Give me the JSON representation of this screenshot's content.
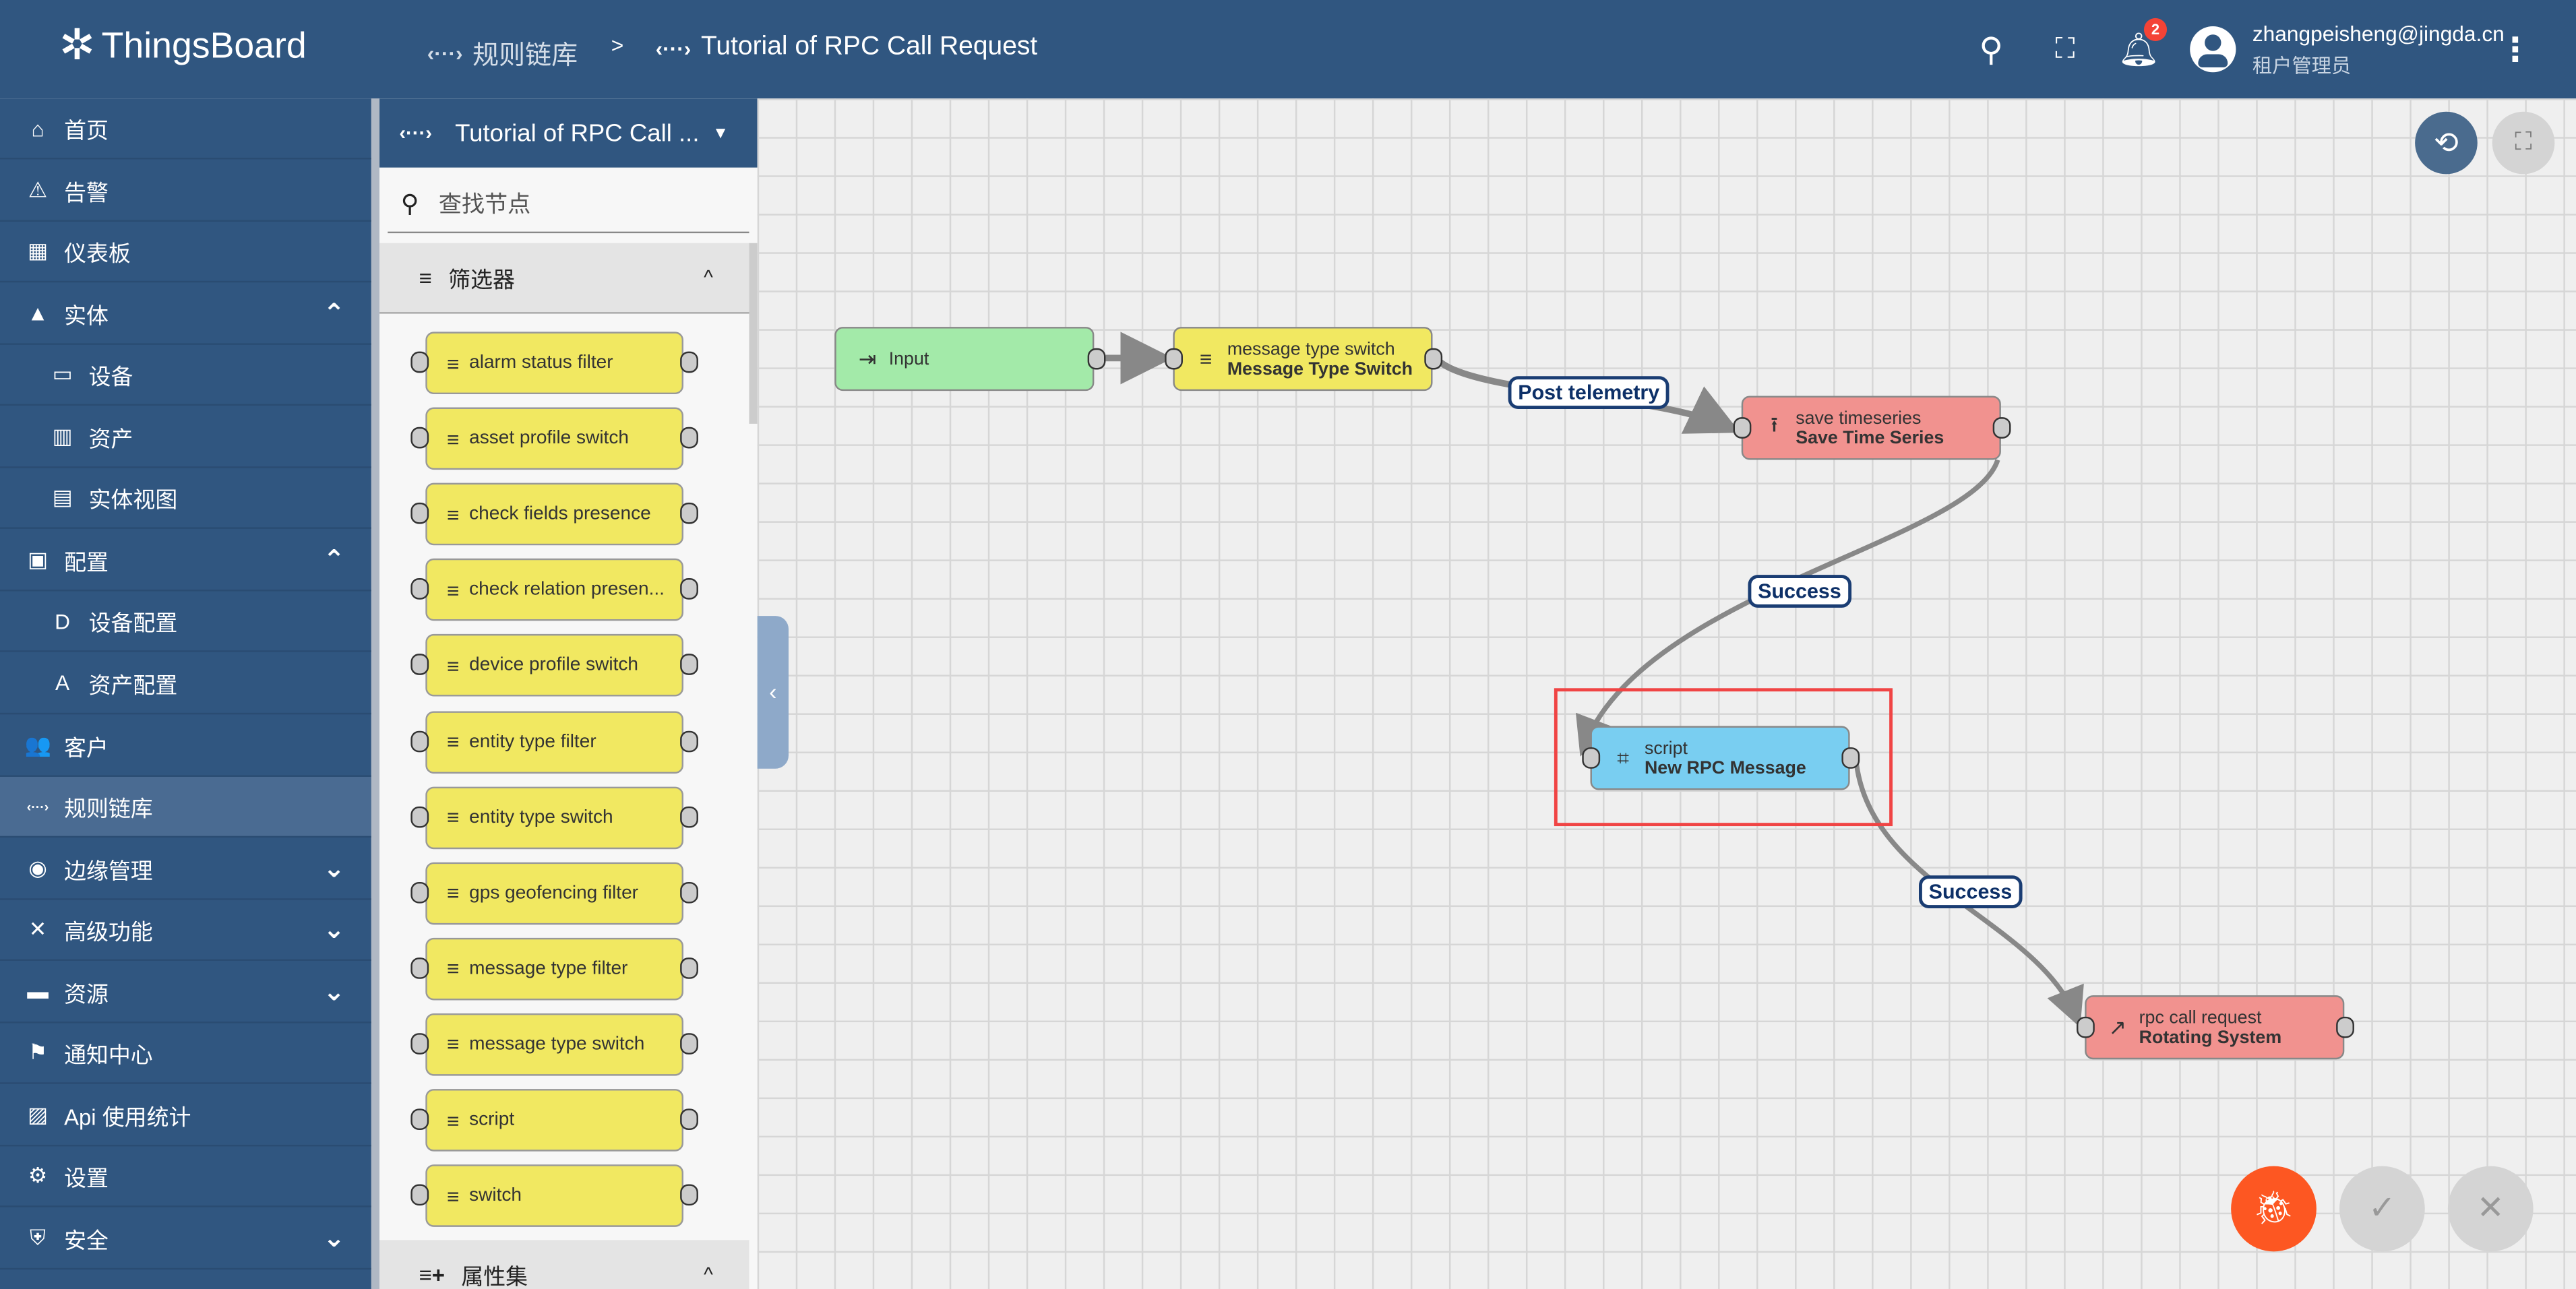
{
  "app": {
    "name": "ThingsBoard"
  },
  "breadcrumb": {
    "parent": "规则链库",
    "separator": ">",
    "current": "Tutorial of RPC Call Request"
  },
  "header": {
    "notifications_count": "2",
    "user_email": "zhangpeisheng@jingda.cn",
    "user_role": "租户管理员"
  },
  "sidebar": {
    "items": [
      {
        "label": "首页",
        "icon": "home-icon",
        "glyph": "⌂"
      },
      {
        "label": "告警",
        "icon": "warning-icon",
        "glyph": "⚠"
      },
      {
        "label": "仪表板",
        "icon": "dashboard-icon",
        "glyph": "▦"
      },
      {
        "label": "实体",
        "icon": "entities-icon",
        "glyph": "▲",
        "chevron": "^"
      },
      {
        "label": "设备",
        "icon": "device-icon",
        "glyph": "▭",
        "sub": true
      },
      {
        "label": "资产",
        "icon": "asset-icon",
        "glyph": "▥",
        "sub": true
      },
      {
        "label": "实体视图",
        "icon": "entity-view-icon",
        "glyph": "▤",
        "sub": true
      },
      {
        "label": "配置",
        "icon": "profiles-icon",
        "glyph": "▣",
        "chevron": "^"
      },
      {
        "label": "设备配置",
        "icon": "device-profile-icon",
        "glyph": "D",
        "sub": true
      },
      {
        "label": "资产配置",
        "icon": "asset-profile-icon",
        "glyph": "A",
        "sub": true
      },
      {
        "label": "客户",
        "icon": "customers-icon",
        "glyph": "👥"
      },
      {
        "label": "规则链库",
        "icon": "rule-chain-icon",
        "glyph": "‹···›",
        "selected": true
      },
      {
        "label": "边缘管理",
        "icon": "edge-icon",
        "glyph": "◉",
        "chevron": "v"
      },
      {
        "label": "高级功能",
        "icon": "advanced-icon",
        "glyph": "✕",
        "chevron": "v"
      },
      {
        "label": "资源",
        "icon": "folder-icon",
        "glyph": "▬",
        "chevron": "v"
      },
      {
        "label": "通知中心",
        "icon": "notification-center-icon",
        "glyph": "⚑"
      },
      {
        "label": "Api 使用统计",
        "icon": "api-usage-icon",
        "glyph": "▨"
      },
      {
        "label": "设置",
        "icon": "settings-icon",
        "glyph": "⚙"
      },
      {
        "label": "安全",
        "icon": "security-icon",
        "glyph": "⛨",
        "chevron": "v"
      }
    ]
  },
  "panel": {
    "rule_chain_select": "Tutorial of RPC Call ...",
    "search_placeholder": "查找节点",
    "filter_section": "筛选器",
    "filter_nodes": [
      "alarm status filter",
      "asset profile switch",
      "check fields presence",
      "check relation presen...",
      "device profile switch",
      "entity type filter",
      "entity type switch",
      "gps geofencing filter",
      "message type filter",
      "message type switch",
      "script",
      "switch"
    ],
    "attributes_section": "属性集"
  },
  "canvas": {
    "nodes": [
      {
        "type": "",
        "name": "Input",
        "color": "#a3eaa9",
        "icon": "input-icon"
      },
      {
        "type": "message type switch",
        "name": "Message Type Switch",
        "color": "#f1e861",
        "icon": "filter-icon"
      },
      {
        "type": "save timeseries",
        "name": "Save Time Series",
        "color": "#f1928f",
        "icon": "upload-icon"
      },
      {
        "type": "script",
        "name": "New RPC Message",
        "color": "#79cef1",
        "icon": "transform-icon"
      },
      {
        "type": "rpc call request",
        "name": "Rotating System",
        "color": "#f1928f",
        "icon": "arrow-up-right-icon"
      }
    ],
    "edges": [
      {
        "from": "Input",
        "to": "Message Type Switch",
        "label": ""
      },
      {
        "from": "Message Type Switch",
        "to": "Save Time Series",
        "label": "Post telemetry"
      },
      {
        "from": "Save Time Series",
        "to": "New RPC Message",
        "label": "Success"
      },
      {
        "from": "New RPC Message",
        "to": "Rotating System",
        "label": "Success"
      }
    ],
    "highlight_color": "#f04444"
  }
}
